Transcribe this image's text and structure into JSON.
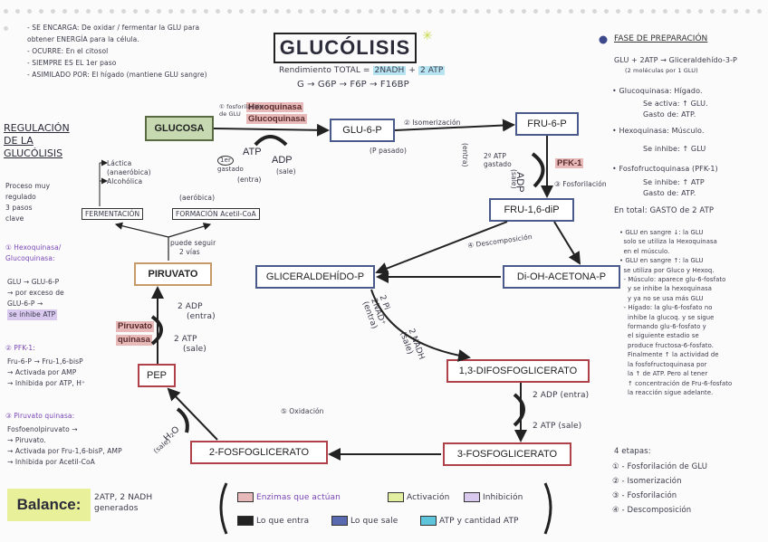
{
  "title": "GLUCÓLISIS",
  "subtitle": {
    "rendimiento_prefix": "Rendimiento TOTAL =",
    "nadh": "2NADH",
    "plus": "+",
    "atp": "2 ATP",
    "sequence": "G → G6P → F6P → F16BP"
  },
  "notes_top_left": [
    "- SE ENCARGA: De oxidar / fermentar la GLU para",
    "  obtener ENERGÍA para la célula.",
    "- OCURRE: En el citosol",
    "- SIEMPRE ES EL 1er paso",
    "- ASIMILADO POR: El hígado (mantiene GLU sangre)"
  ],
  "regulacion": {
    "title": [
      "REGULACIÓN",
      "DE LA",
      "GLUCÓLISIS"
    ],
    "intro": [
      "Proceso muy",
      "regulado",
      "3 pasos",
      "clave"
    ],
    "item1_title": [
      "① Hexoquinasa/",
      "Glucoquinasa:"
    ],
    "item1_lines": [
      "GLU → GLU-6-P",
      "→ por exceso de",
      "GLU-6-P →",
      "se inhibe ATP"
    ],
    "item2_title": "② PFK-1:",
    "item2_lines": [
      "Fru-6-P → Fru-1,6-bisP",
      "→ Activada por AMP",
      "→ Inhibida por ATP, H⁺"
    ],
    "item3_title": "③ Piruvato quinasa:",
    "item3_lines": [
      "Fosfoenolpiruvato →",
      "→ Piruvato.",
      "→ Activada por Fru-1,6-bisP, AMP",
      "→ Inhibida por Acetil-CoA"
    ]
  },
  "balance": {
    "label": "Balance:",
    "lines": [
      "2ATP, 2 NADH",
      "generados"
    ]
  },
  "fermentacion": {
    "lactica": "Láctica",
    "anaerobia": "(anaeróbica)",
    "alcoholica": "Alcohólica",
    "fermentacion": "FERMENTACIÓN",
    "aerobia": "(aeróbica)",
    "formacion": "FORMACIÓN Acetil-CoA",
    "puede_seguir": [
      "puede seguir",
      "2 vías"
    ]
  },
  "boxes": {
    "glucosa": "GLUCOSA",
    "glu6p": "GLU-6-P",
    "fru6p": "FRU-6-P",
    "fru16dip": "FRU-1,6-diP",
    "gliceraldehido": "GLICERALDEHÍDO-P",
    "dioh": "Di-OH-ACETONA-P",
    "difosfo": "1,3-DIFOSFOGLICERATO",
    "trifosfo": "3-FOSFOGLICERATO",
    "difosfoglic2": "2-FOSFOGLICERATO",
    "pep": "PEP",
    "piruvato": "PIRUVATO"
  },
  "enzymes": {
    "hexoquinasa": "Hexoquinasa",
    "glucoquinasa": "Glucoquinasa",
    "pfk1": "PFK-1",
    "piruvato_quinasa": [
      "Piruvato",
      "quinasa"
    ]
  },
  "reactions": {
    "fosforilacion_glu": [
      "① fosforilación",
      "de GLU"
    ],
    "atp1": "ATP",
    "adp1": "ADP",
    "gastado1": [
      "1er",
      "gastado"
    ],
    "sale1": "(sale)",
    "entra1": "(entra)",
    "isomerizacion": "② Isomerización",
    "p_pasado": "(P pasado)",
    "entra2": "(entra)",
    "atp_gastado2": [
      "2º ATP",
      "gastado"
    ],
    "adp2": "ADP",
    "sale2": "(sale)",
    "fosforilacion3": "③ Fosforilación",
    "descomposicion": "④ Descomposición",
    "pi_nad": [
      "2 Pi",
      "2NAD⁺",
      "(entra)"
    ],
    "nadh": [
      "2 NADH",
      "(sale)"
    ],
    "adp_entra": "2 ADP (entra)",
    "atp_sale": "2 ATP (sale)",
    "oxidacion": "⑤ Oxidación",
    "h2o": "H₂O",
    "h2o_sale": "(sale)",
    "pep_adp": [
      "2 ADP",
      "(entra)"
    ],
    "pep_atp": [
      "2 ATP",
      "(sale)"
    ]
  },
  "legend": {
    "enzimas": "Enzimas que actúan",
    "activacion": "Activación",
    "inhibicion": "Inhibición",
    "entra": "Lo que entra",
    "sale": "Lo que sale",
    "atp": "ATP y cantidad ATP"
  },
  "fase_preparacion": {
    "title": "FASE DE PREPARACIÓN",
    "eq_line1": "GLU + 2ATP → Gliceraldehído-3-P",
    "eq_line2": "(2 moléculas por 1 GLU)",
    "glucoquinasa": "• Glucoquinasa: Hígado.",
    "gluco_lines": [
      "Se activa: ↑ GLU.",
      "Gasto de: ATP."
    ],
    "hexoquinasa": "• Hexoquinasa: Músculo.",
    "hexo_lines": [
      "Se inhibe: ↑ GLU"
    ],
    "fosfofructo": "• Fosfofructoquinasa (PFK-1)",
    "fosfo_lines": [
      "Se inhibe: ↑ ATP",
      "Gasto de: ATP."
    ],
    "en_total": "En total: GASTO de 2 ATP",
    "paragraphs": [
      "• GLU en sangre ↓: la GLU",
      "  solo se utiliza la Hexoquinasa",
      "  en el músculo.",
      "• GLU en sangre ↑: la GLU",
      "  se utiliza por Gluco y Hexoq.",
      "  - Músculo: aparece glu-6-fosfato",
      "    y se inhibe la hexoquinasa",
      "    y ya no se usa más GLU",
      "  - Hígado: la glu-6-fosfato no",
      "    inhibe la glucoq. y se sigue",
      "    formando glu-6-fosfato y",
      "    el siguiente estadio se",
      "    produce fructosa-6-fosfato.",
      "    Finalmente ↑ la actividad de",
      "    la fosfofructoquinasa por",
      "    la ↑ de ATP. Pero al tener",
      "    ↑ concentración de Fru-6-fosfato",
      "    la reacción sigue adelante."
    ]
  },
  "etapas": {
    "title": "4 etapas:",
    "items": [
      "① - Fosforilación de GLU",
      "② - Isomerización",
      "③ - Fosforilación",
      "④ - Descomposición"
    ]
  }
}
